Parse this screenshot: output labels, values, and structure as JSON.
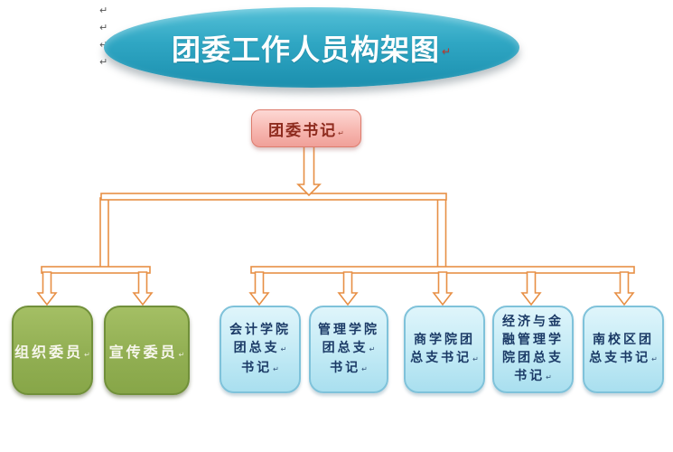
{
  "pilcrow": "↵",
  "margin_marks": {
    "items": [
      "↵",
      "↵",
      "↵",
      "↵"
    ]
  },
  "title": {
    "text": "团委工作人员构架图",
    "end_mark": "↵"
  },
  "root_box": {
    "label": "团委书记"
  },
  "committee_boxes": [
    {
      "label": "组织委员"
    },
    {
      "label": "宣传委员"
    }
  ],
  "branch_boxes": [
    {
      "lines": [
        "会计学院",
        "团总支",
        "书记"
      ]
    },
    {
      "lines": [
        "管理学院",
        "团总支",
        "书记"
      ]
    },
    {
      "lines": [
        "商学院团",
        "总支书记"
      ]
    },
    {
      "lines": [
        "经济与金",
        "融管理学",
        "院团总支",
        "书记"
      ]
    },
    {
      "lines": [
        "南校区团",
        "总支书记"
      ]
    }
  ],
  "colors": {
    "connector_orange": "#E78F45",
    "ellipse_teal": "#2FA6C3",
    "root_pink": "#F5B1AA",
    "committee_green": "#93B054",
    "branch_blue": "#C2EAF5",
    "branch_text_navy": "#1B3A66",
    "root_text_maroon": "#8E2B1E",
    "title_text": "#FDFEFE"
  }
}
